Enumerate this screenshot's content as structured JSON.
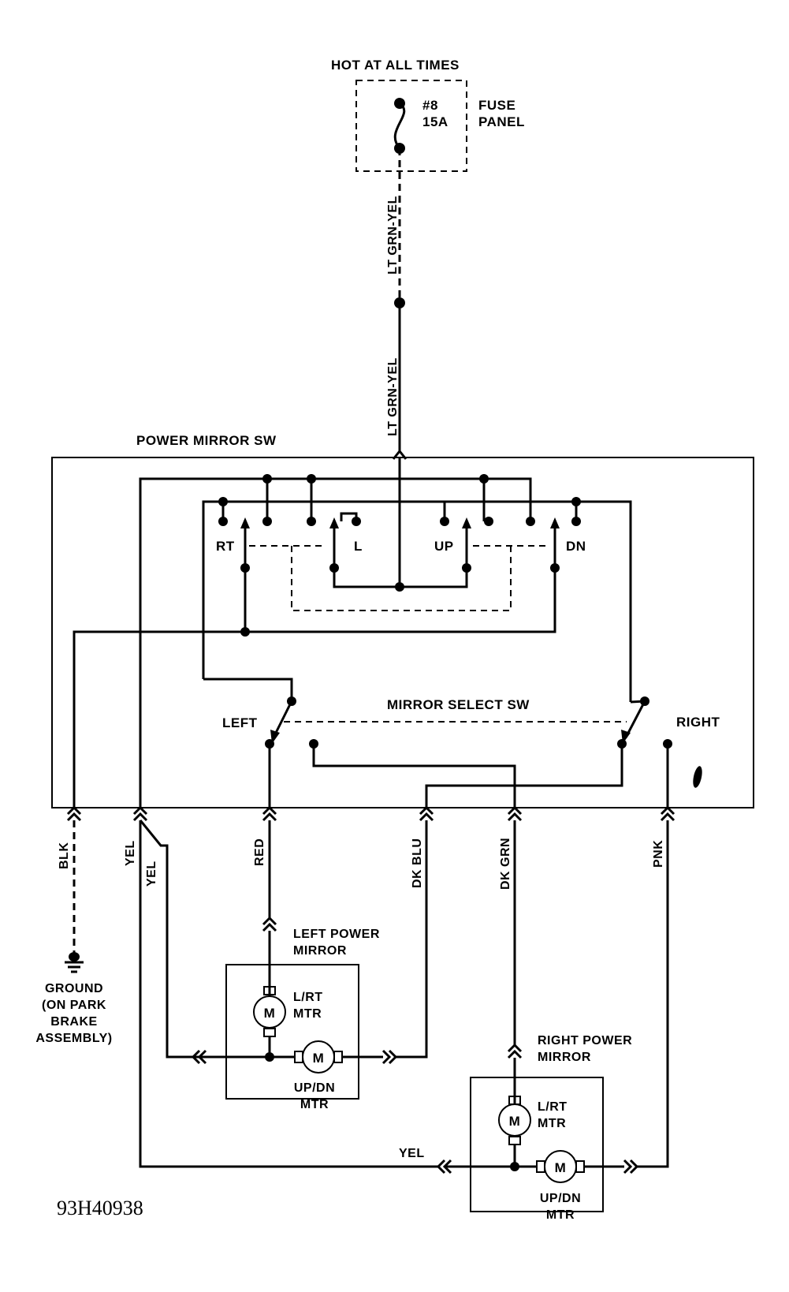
{
  "fuse": {
    "header": "HOT AT ALL TIMES",
    "number": "#8",
    "rating": "15A",
    "panel_line1": "FUSE",
    "panel_line2": "PANEL"
  },
  "feed_wire": {
    "upper": "LT GRN-YEL",
    "lower": "LT GRN-YEL"
  },
  "power_mirror_sw": {
    "title": "POWER MIRROR SW",
    "rt": "RT",
    "l": "L",
    "up": "UP",
    "dn": "DN"
  },
  "mirror_select_sw": {
    "title": "MIRROR SELECT SW",
    "left": "LEFT",
    "right": "RIGHT"
  },
  "wires": {
    "blk": "BLK",
    "yel_a": "YEL",
    "yel_b": "YEL",
    "red": "RED",
    "dk_blu": "DK BLU",
    "dk_grn": "DK GRN",
    "pnk": "PNK",
    "yel_bottom": "YEL"
  },
  "ground": {
    "line1": "GROUND",
    "line2": "(ON PARK",
    "line3": "BRAKE",
    "line4": "ASSEMBLY)"
  },
  "left_mirror": {
    "title_line1": "LEFT POWER",
    "title_line2": "MIRROR",
    "motor1_symbol": "M",
    "motor1_line1": "L/RT",
    "motor1_line2": "MTR",
    "motor2_symbol": "M",
    "motor2_line1": "UP/DN",
    "motor2_line2": "MTR"
  },
  "right_mirror": {
    "title_line1": "RIGHT POWER",
    "title_line2": "MIRROR",
    "motor1_symbol": "M",
    "motor1_line1": "L/RT",
    "motor1_line2": "MTR",
    "motor2_symbol": "M",
    "motor2_line1": "UP/DN",
    "motor2_line2": "MTR"
  },
  "figure_id": "93H40938"
}
